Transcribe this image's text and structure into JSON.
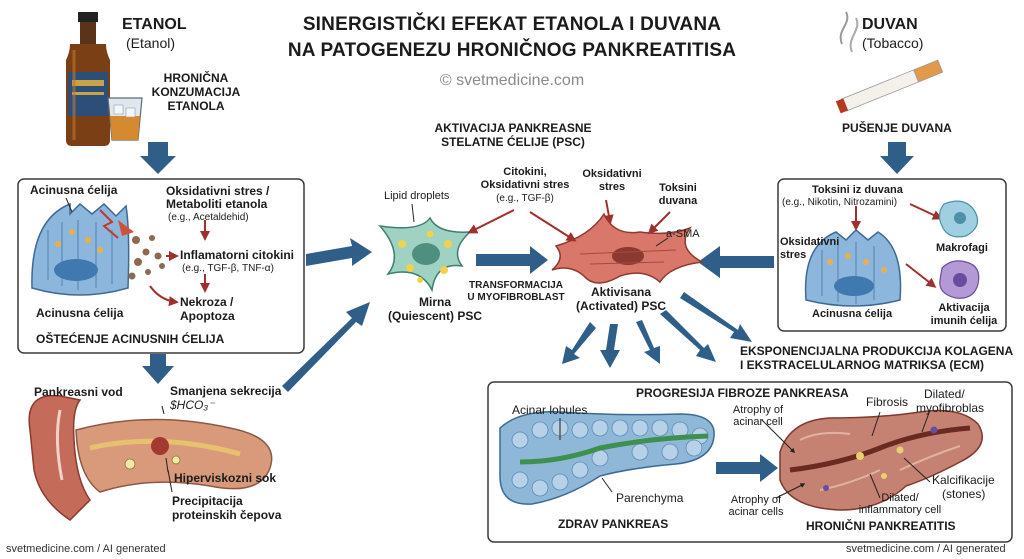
{
  "header": {
    "title_line1": "SINERGISTIČKI EFEKAT ETANOLA I DUVANA",
    "title_line2": "NA PATOGENEZU HRONIČNOG PANKREATITISA",
    "watermark": "© svetmedicine.com"
  },
  "ethanol": {
    "title": "ETANOL",
    "subtitle": "(Etanol)",
    "caption_line1": "HRONIČNA",
    "caption_line2": "KONZUMACIJA",
    "caption_line3": "ETANOLA"
  },
  "tobacco": {
    "title": "DUVAN",
    "subtitle": "(Tobacco)",
    "caption": "PUŠENJE DUVANA"
  },
  "acinar_box": {
    "cell_label_top": "Acinusna ćelija",
    "cell_label_bottom": "Acinusna ćelija",
    "oxidative_line1": "Oksidativni stres /",
    "oxidative_line2": "Metaboliti etanola",
    "oxidative_example": "(e.g., Acetaldehid)",
    "inflam_title": "Inflamatorni citokini",
    "inflam_example": "(e.g., TGF-β, TNF-α)",
    "necrosis_line1": "Nekroza /",
    "necrosis_line2": "Apoptoza",
    "footer": "OŠTEĆENJE ACINUSNIH ĆELIJA"
  },
  "psc": {
    "header_line1": "AKTIVACIJA PANKREASNE",
    "header_line2": "STELATNE ĆELIJE (PSC)",
    "lipid_label": "Lipid droplets",
    "cytokines_line1": "Citokini,",
    "cytokines_line2": "Oksidativni stres",
    "cytokines_example": "(e.g., TGF-β)",
    "oxidative_line1": "Oksidativni",
    "oxidative_line2": "stres",
    "toxins_line1": "Toksini",
    "toxins_line2": "duvana",
    "asma_label": "a-SMA",
    "quiescent_line1": "Mirna",
    "quiescent_line2": "(Quiescent) PSC",
    "transform_line1": "TRANSFORMACIJA",
    "transform_line2": "U MYOFIBROBLAST",
    "activated_line1": "Aktivisana",
    "activated_line2": "(Activated) PSC"
  },
  "tobacco_box": {
    "toxins_title": "Toksini iz duvana",
    "toxins_example": "(e.g., Nikotin, Nitrozamini)",
    "oxidative_line1": "Oksidativni",
    "oxidative_line2": "stres",
    "macrophage_label": "Makrofagi",
    "acinar_label": "Acinusna ćelija",
    "immune_line1": "Aktivacija",
    "immune_line2": "imunih ćelija"
  },
  "duct": {
    "duct_label": "Pankreasni vod",
    "secretion_line1": "Smanjena sekrecija",
    "secretion_formula": "$HCO₃⁻",
    "viscous": "Hiperviskozni sok",
    "precip_line1": "Precipitacija",
    "precip_line2": "proteinskih čepova"
  },
  "ecm": {
    "line1": "EKSPONENCIJALNA PRODUKCIJA KOLAGENA",
    "line2": "I EKSTRACELULARNOG MATRIKSA (ECM)"
  },
  "fibrosis_box": {
    "title": "PROGRESIJA FIBROZE PANKREASA",
    "acinar_lobules": "Acinar lobules",
    "parenchyma": "Parenchyma",
    "healthy": "ZDRAV PANKREAS",
    "atrophy_top_line1": "Atrophy of",
    "atrophy_top_line2": "acinar cell",
    "fibrosis": "Fibrosis",
    "dilated_myo_line1": "Dilated/",
    "dilated_myo_line2": "myofibroblas",
    "calc_line1": "Kalcifikacije",
    "calc_line2": "(stones)",
    "dilated_inf_line1": "Dilated/",
    "dilated_inf_line2": "inflammatory cell",
    "atrophy_bottom_line1": "Atrophy of",
    "atrophy_bottom_line2": "acinar cells",
    "chronic": "HRONIČNI PANKREATITIS"
  },
  "footer": {
    "left": "svetmedicine.com / AI generated",
    "right": "svetmedicine.com / AI generated"
  },
  "colors": {
    "arrow_blue": "#2f5f88",
    "arrow_red": "#a0302e",
    "cell_blue": "#8db6dc",
    "psc_green": "#9fd2c2",
    "psc_red": "#d9776a",
    "pancreas_blue": "#8fb8d8",
    "pancreas_red": "#c58172",
    "box_border": "#3a3a3a"
  }
}
